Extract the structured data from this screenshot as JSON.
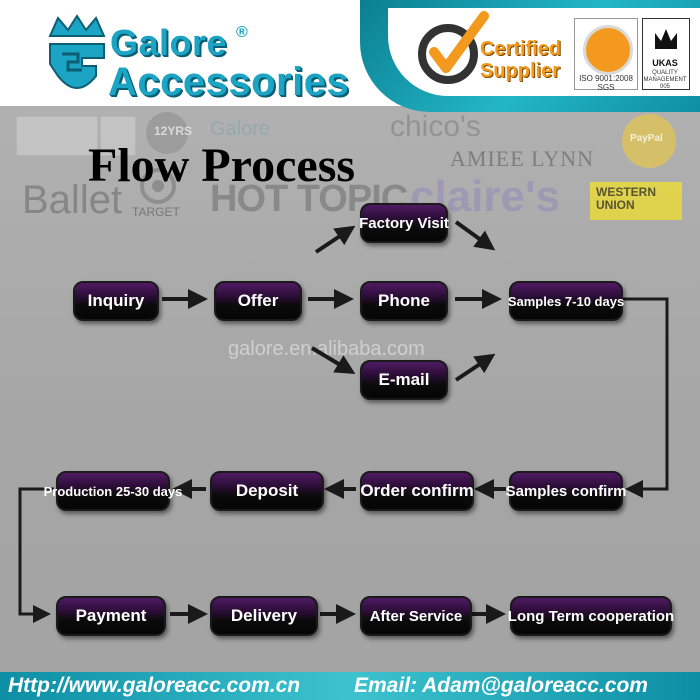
{
  "header": {
    "brand_line1": "Galore",
    "brand_reg": "®",
    "brand_line2": "Accessories",
    "certified_line1": "Certified",
    "certified_line2": "Supplier",
    "sgs_caption": "ISO 9001:2008 SGS",
    "ukas_label": "UKAS",
    "ukas_sub": "QUALITY MANAGEMENT 005"
  },
  "background_logos": {
    "chicos": "chico's",
    "amiee": "AMIEE LYNN",
    "ballet": "Ballet",
    "target": "TARGET",
    "hottopic": "HOT TOPIC",
    "claires": "claire's",
    "galore": "Galore",
    "western_union": "WESTERN UNION",
    "paypal": "PayPal",
    "twelve_yrs": "12YRS"
  },
  "title": "Flow Process",
  "watermark": "galore.en.alibaba.com",
  "nodes": {
    "inquiry": "Inquiry",
    "offer": "Offer",
    "factory_visit": "Factory Visit",
    "phone": "Phone",
    "email": "E-mail",
    "samples": "Samples 7-10 days",
    "samples_confirm": "Samples confirm",
    "order_confirm": "Order confirm",
    "deposit": "Deposit",
    "production": "Production 25-30 days",
    "payment": "Payment",
    "delivery": "Delivery",
    "after_service": "After Service",
    "long_term": "Long Term cooperation"
  },
  "footer": {
    "url": "Http://www.galoreacc.com.cn",
    "email": "Email: Adam@galoreacc.com"
  },
  "colors": {
    "brand_teal": "#1ba4c3",
    "certified_orange": "#f39a1e",
    "node_purple": "#4f1a63",
    "footer_teal": "#0d8ea4"
  }
}
